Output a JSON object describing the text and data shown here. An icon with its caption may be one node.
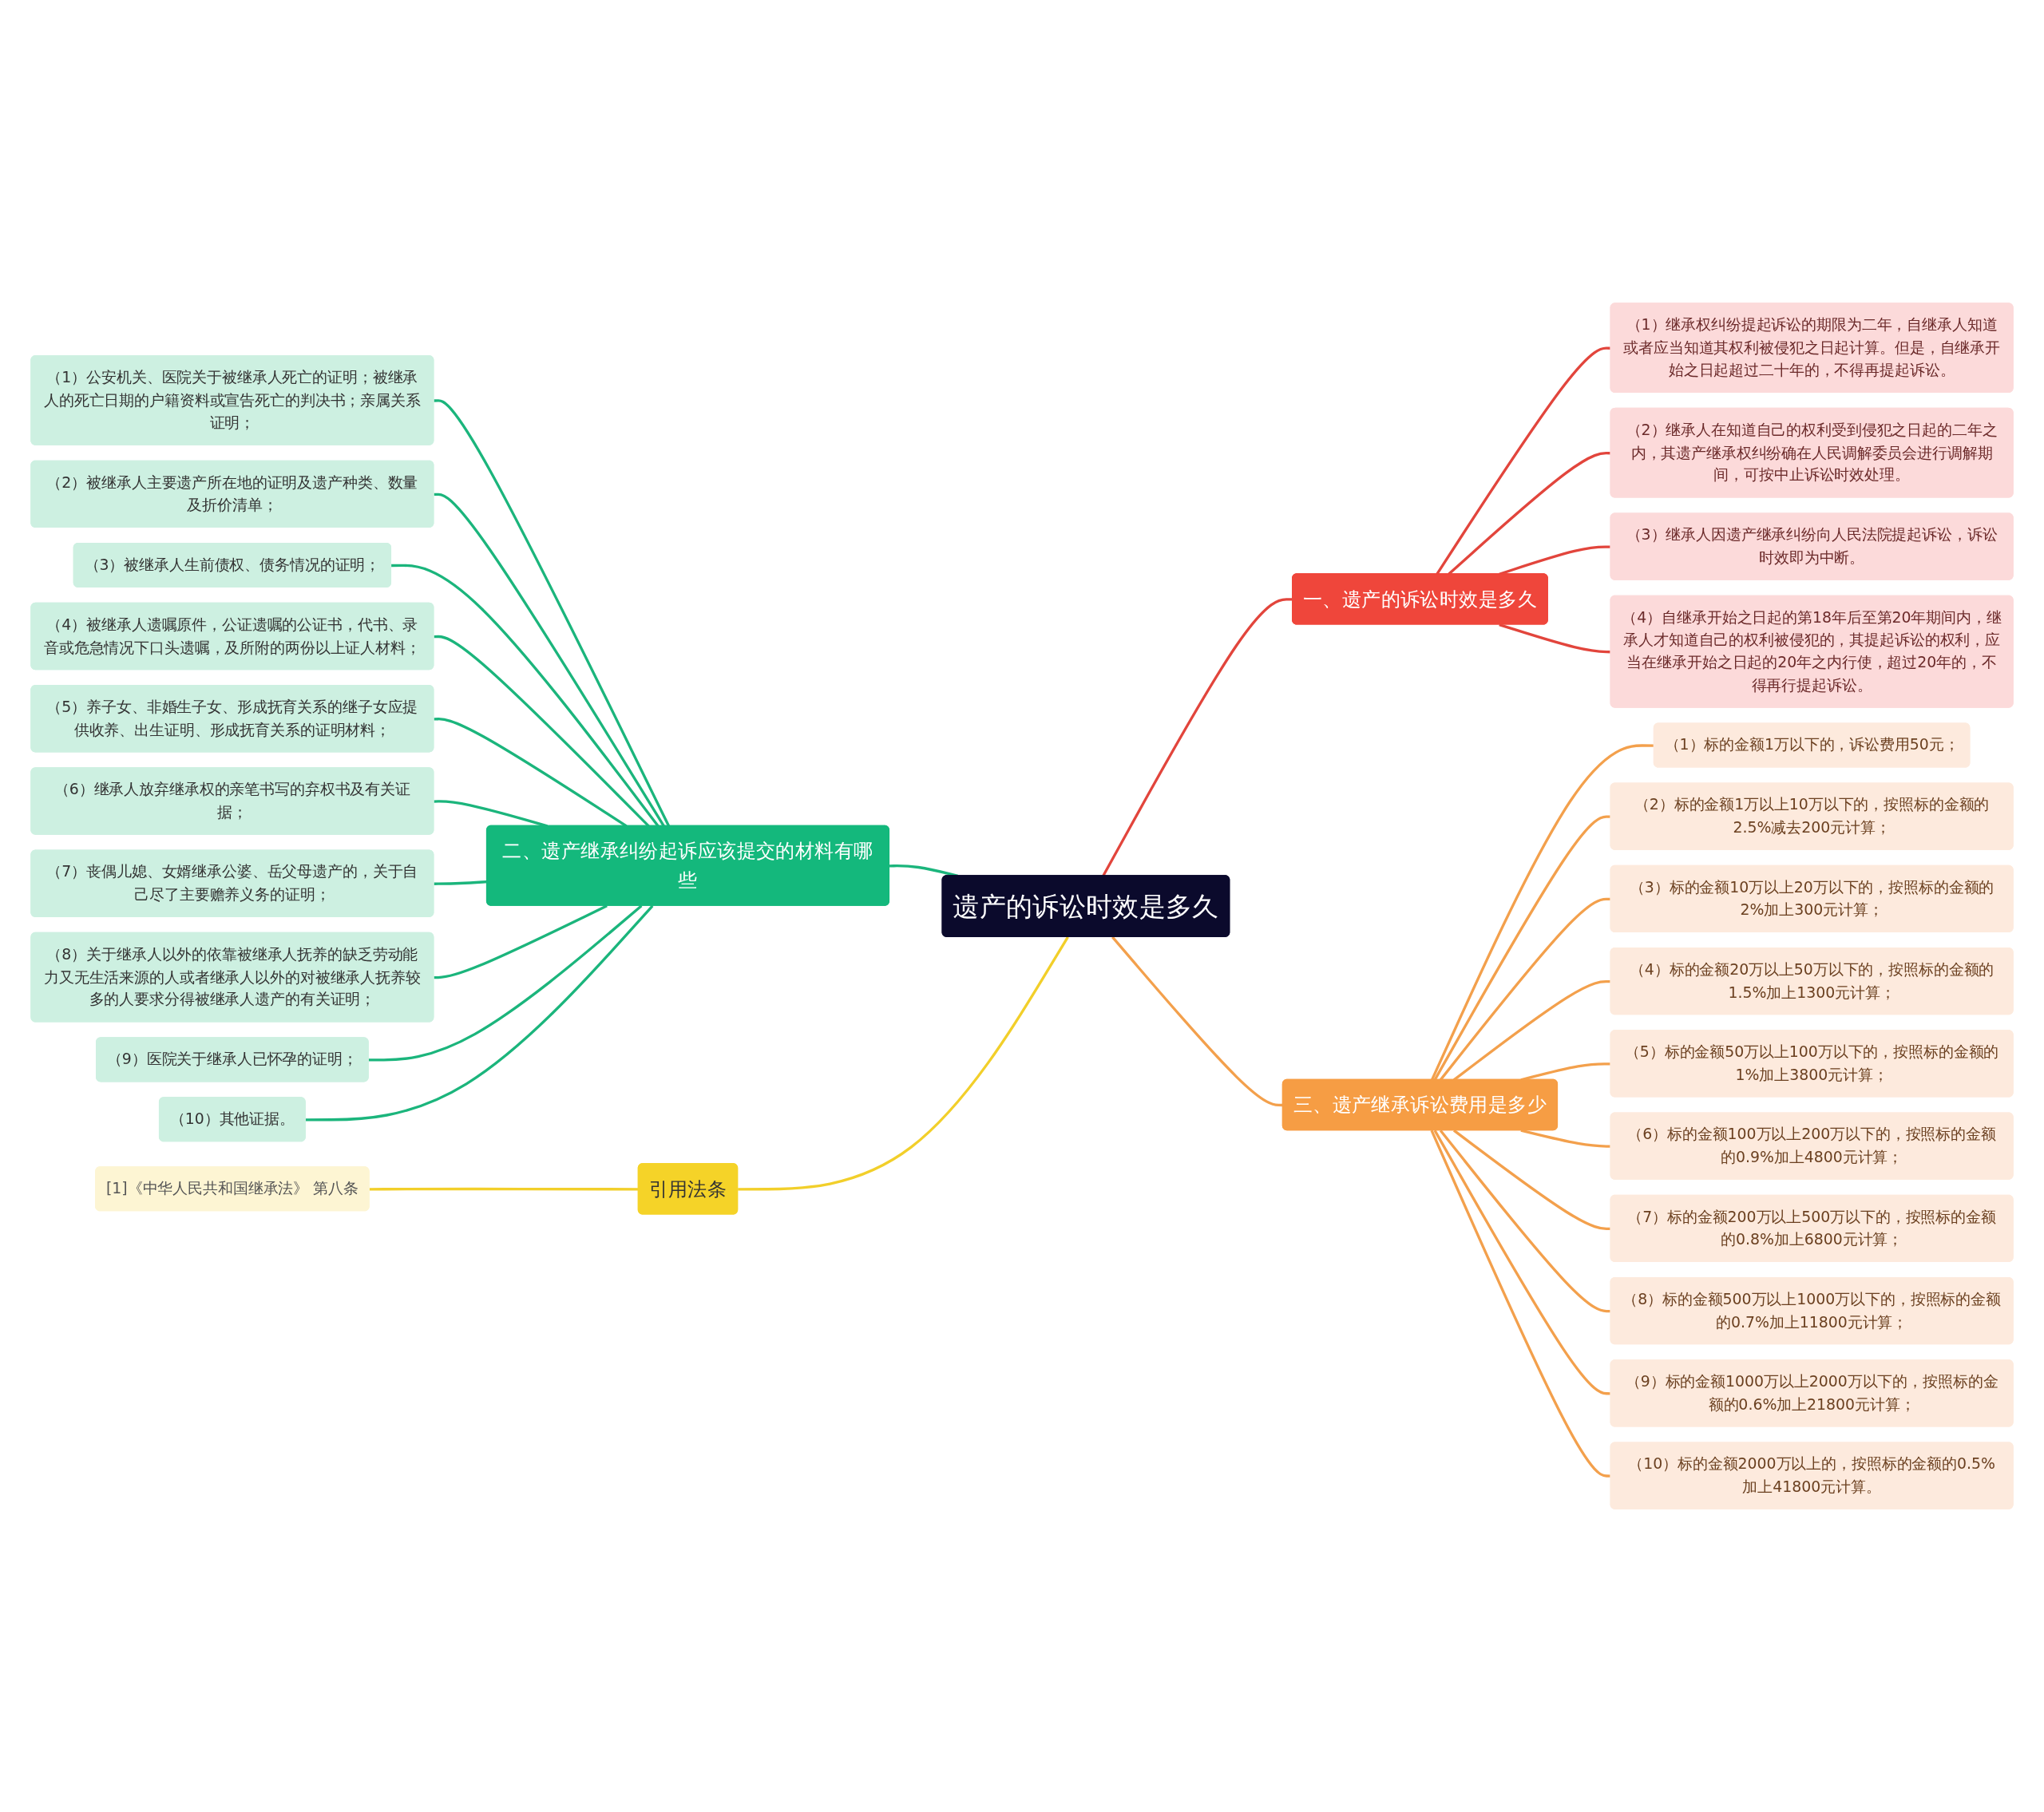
{
  "diagram": {
    "nodes": [
      {
        "text": [
          "遗产的诉讼时效是多久"
        ]
      },
      {
        "text": [
          "二、遗产继承纠纷起诉应该提交的材料有哪些"
        ]
      },
      {
        "text": [
          "（1）公安机关、医院关于被继承人死亡的证明；被继承人的死亡日期的户籍资料或宣告死亡的判决书；亲属关系证明；"
        ]
      },
      {
        "text": [
          "（2）被继承人主要遗产所在地的证明及遗产种类、数量及折价清单；"
        ]
      },
      {
        "text": [
          "（3）被继承人生前债权、债务情况的证明；"
        ]
      },
      {
        "text": [
          "（4）被继承人遗嘱原件，公证遗嘱的公证书，代书、录音或危急情况下口头遗嘱，及所附的两份以上证人材料；"
        ]
      },
      {
        "text": [
          "（5）养子女、非婚生子女、形成抚育关系的继子女应提供收养、出生证明、形成抚育关系的证明材料；"
        ]
      },
      {
        "text": [
          "（6）继承人放弃继承权的亲笔书写的弃权书及有关证据；"
        ]
      },
      {
        "text": [
          "（7）丧偶儿媳、女婿继承公婆、岳父母遗产的，关于自己尽了主要赡养义务的证明；"
        ]
      },
      {
        "text": [
          "（8）关于继承人以外的依靠被继承人抚养的缺乏劳动能力又无生活来源的人或者继承人以外的对被继承人抚养较多的人要求分得被继承人遗产的有关证明；"
        ]
      },
      {
        "text": [
          "（9）医院关于继承人已怀孕的证明；"
        ]
      },
      {
        "text": [
          "（10）其他证据。"
        ]
      },
      {
        "text": [
          "引用法条"
        ]
      },
      {
        "text": [
          "[1]《中华人民共和国继承法》 第八条"
        ]
      },
      {
        "text": [
          "一、遗产的诉讼时效是多久"
        ]
      },
      {
        "text": [
          "（1）继承权纠纷提起诉讼的期限为二年，自继承人知道或者应当知道其权利被侵犯之日起计算。但是，自继承开始之日起超过二十年的，不得再提起诉讼。"
        ]
      },
      {
        "text": [
          "（2）继承人在知道自己的权利受到侵犯之日起的二年之内，其遗产继承权纠纷确在人民调解委员会进行调解期间，可按中止诉讼时效处理。"
        ]
      },
      {
        "text": [
          "（3）继承人因遗产继承纠纷向人民法院提起诉讼，诉讼时效即为中断。"
        ]
      },
      {
        "text": [
          "（4）自继承开始之日起的第18年后至第20年期间内，继承人才知道自己的权利被侵犯的，其提起诉讼的权利，应当在继承开始之日起的20年之内行使，超过20年的，不得再行提起诉讼。"
        ]
      },
      {
        "text": [
          "三、遗产继承诉讼费用是多少"
        ]
      },
      {
        "text": [
          "（1）标的金额1万以下的，诉讼费用50元；"
        ]
      },
      {
        "text": [
          "（2）标的金额1万以上10万以下的，按照标的金额的2.5%减去200元计算；"
        ]
      },
      {
        "text": [
          "（3）标的金额10万以上20万以下的，按照标的金额的2%加上300元计算；"
        ]
      },
      {
        "text": [
          "（4）标的金额20万以上50万以下的，按照标的金额的1.5%加上1300元计算；"
        ]
      },
      {
        "text": [
          "（5）标的金额50万以上100万以下的，按照标的金额的1%加上3800元计算；"
        ]
      },
      {
        "text": [
          "（6）标的金额100万以上200万以下的，按照标的金额的0.9%加上4800元计算；"
        ]
      },
      {
        "text": [
          "（7）标的金额200万以上500万以下的，按照标的金额的0.8%加上6800元计算；"
        ]
      },
      {
        "text": [
          "（8）标的金额500万以上1000万以下的，按照标的金额的0.7%加上11800元计算；"
        ]
      },
      {
        "text": [
          "（9）标的金额1000万以上2000万以下的，按照标的金额的0.6%加上21800元计算；"
        ]
      },
      {
        "text": [
          "（10）标的金额2000万以上的，按照标的金额的0.5%加上41800元计算。"
        ]
      }
    ],
    "edges": [
      {
        "from": 1,
        "to": 0,
        "arrow": "none",
        "color": "#1bb57c"
      },
      {
        "from": 2,
        "to": 1,
        "arrow": "none",
        "color": "#1bb57c"
      },
      {
        "from": 3,
        "to": 1,
        "arrow": "none",
        "color": "#1bb57c"
      },
      {
        "from": 4,
        "to": 1,
        "arrow": "none",
        "color": "#1bb57c"
      },
      {
        "from": 5,
        "to": 1,
        "arrow": "none",
        "color": "#1bb57c"
      },
      {
        "from": 6,
        "to": 1,
        "arrow": "none",
        "color": "#1bb57c"
      },
      {
        "from": 7,
        "to": 1,
        "arrow": "none",
        "color": "#1bb57c"
      },
      {
        "from": 8,
        "to": 1,
        "arrow": "none",
        "color": "#1bb57c"
      },
      {
        "from": 9,
        "to": 1,
        "arrow": "none",
        "color": "#1bb57c"
      },
      {
        "from": 10,
        "to": 1,
        "arrow": "none",
        "color": "#1bb57c"
      },
      {
        "from": 11,
        "to": 1,
        "arrow": "none",
        "color": "#1bb57c"
      },
      {
        "from": 12,
        "to": 0,
        "arrow": "none",
        "color": "#f2cf2a"
      },
      {
        "from": 13,
        "to": 12,
        "arrow": "none",
        "color": "#f2cf2a"
      },
      {
        "from": 0,
        "to": 14,
        "arrow": "none",
        "color": "#e2453c"
      },
      {
        "from": 14,
        "to": 15,
        "arrow": "none",
        "color": "#e2453c"
      },
      {
        "from": 14,
        "to": 16,
        "arrow": "none",
        "color": "#e2453c"
      },
      {
        "from": 14,
        "to": 17,
        "arrow": "none",
        "color": "#e2453c"
      },
      {
        "from": 14,
        "to": 18,
        "arrow": "none",
        "color": "#e2453c"
      },
      {
        "from": 0,
        "to": 19,
        "arrow": "none",
        "color": "#f3a04c"
      },
      {
        "from": 19,
        "to": 20,
        "arrow": "none",
        "color": "#f3a04c"
      },
      {
        "from": 19,
        "to": 21,
        "arrow": "none",
        "color": "#f3a04c"
      },
      {
        "from": 19,
        "to": 22,
        "arrow": "none",
        "color": "#f3a04c"
      },
      {
        "from": 19,
        "to": 23,
        "arrow": "none",
        "color": "#f3a04c"
      },
      {
        "from": 19,
        "to": 24,
        "arrow": "none",
        "color": "#f3a04c"
      },
      {
        "from": 19,
        "to": 25,
        "arrow": "none",
        "color": "#f3a04c"
      },
      {
        "from": 19,
        "to": 26,
        "arrow": "none",
        "color": "#f3a04c"
      },
      {
        "from": 19,
        "to": 27,
        "arrow": "none",
        "color": "#f3a04c"
      },
      {
        "from": 19,
        "to": 28,
        "arrow": "none",
        "color": "#f3a04c"
      },
      {
        "from": 19,
        "to": 29,
        "arrow": "none",
        "color": "#f3a04c"
      }
    ]
  }
}
